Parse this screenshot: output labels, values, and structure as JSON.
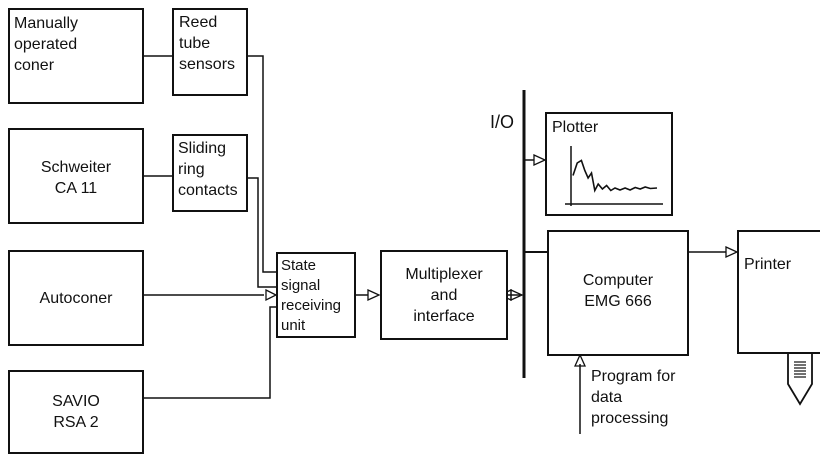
{
  "sources": {
    "manual_coner": [
      "Manually",
      "operated",
      "coner"
    ],
    "schweiter": [
      "Schweiter",
      "CA 11"
    ],
    "autoconer": [
      "Autoconer"
    ],
    "savio": [
      "SAVIO",
      "RSA 2"
    ]
  },
  "sensors": {
    "reed": [
      "Reed",
      "tube",
      "sensors"
    ],
    "sliding": [
      "Sliding",
      "ring",
      "contacts"
    ]
  },
  "receiver": [
    "State",
    "signal",
    "receiving",
    "unit"
  ],
  "multiplexer": [
    "Multiplexer",
    "and",
    "interface"
  ],
  "io_label": "I/O",
  "plotter": {
    "label": "Plotter",
    "trace": [
      [
        0,
        0.55
      ],
      [
        0.05,
        0.3
      ],
      [
        0.1,
        0.25
      ],
      [
        0.14,
        0.45
      ],
      [
        0.18,
        0.6
      ],
      [
        0.22,
        0.5
      ],
      [
        0.26,
        0.85
      ],
      [
        0.3,
        0.72
      ],
      [
        0.35,
        0.82
      ],
      [
        0.4,
        0.75
      ],
      [
        0.45,
        0.85
      ],
      [
        0.5,
        0.8
      ],
      [
        0.56,
        0.84
      ],
      [
        0.62,
        0.8
      ],
      [
        0.68,
        0.84
      ],
      [
        0.74,
        0.79
      ],
      [
        0.8,
        0.82
      ],
      [
        0.86,
        0.78
      ],
      [
        0.92,
        0.81
      ],
      [
        1,
        0.8
      ]
    ]
  },
  "computer": [
    "Computer",
    "EMG 666"
  ],
  "printer": "Printer",
  "program": [
    "Program for",
    "data",
    "processing"
  ]
}
